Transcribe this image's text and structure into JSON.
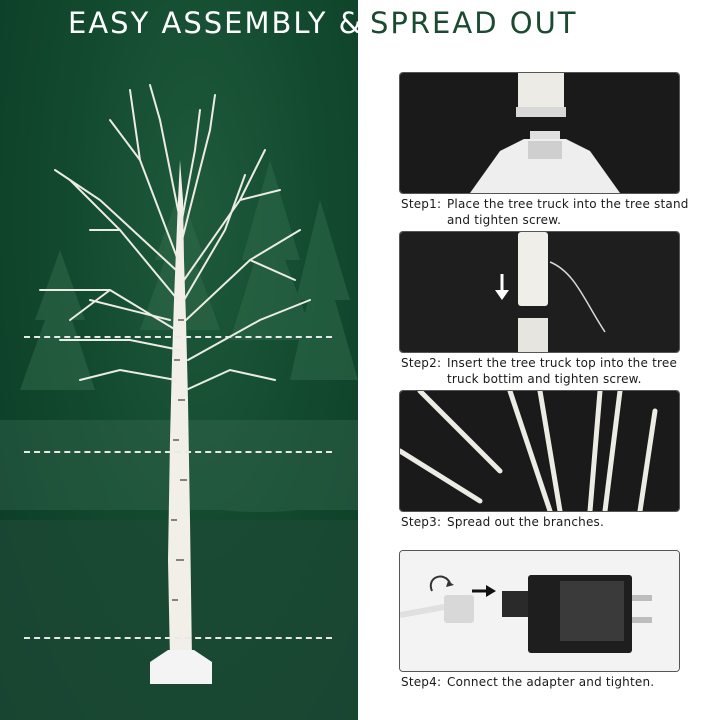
{
  "title": {
    "part1": "EASY ASSEMBLY &",
    "part2": "SPREAD OUT"
  },
  "steps": [
    {
      "num": "Step1:",
      "line1": "Place the tree truck into the tree stand",
      "line2": "and tighten screw."
    },
    {
      "num": "Step2:",
      "line1": "Insert the tree truck top into the tree",
      "line2": "truck bottim and tighten screw."
    },
    {
      "num": "Step3:",
      "line1": "Spread out the branches.",
      "line2": ""
    },
    {
      "num": "Step4:",
      "line1": "Connect the adapter and tighten.",
      "line2": ""
    }
  ],
  "icons": [
    "down-arrow-icon",
    "right-arrow-icon",
    "rotate-arrow-icon"
  ],
  "colors": {
    "left_bg": "#124a2f",
    "title_green": "#1b4a30",
    "panel_dark": "#1e1e1e"
  }
}
